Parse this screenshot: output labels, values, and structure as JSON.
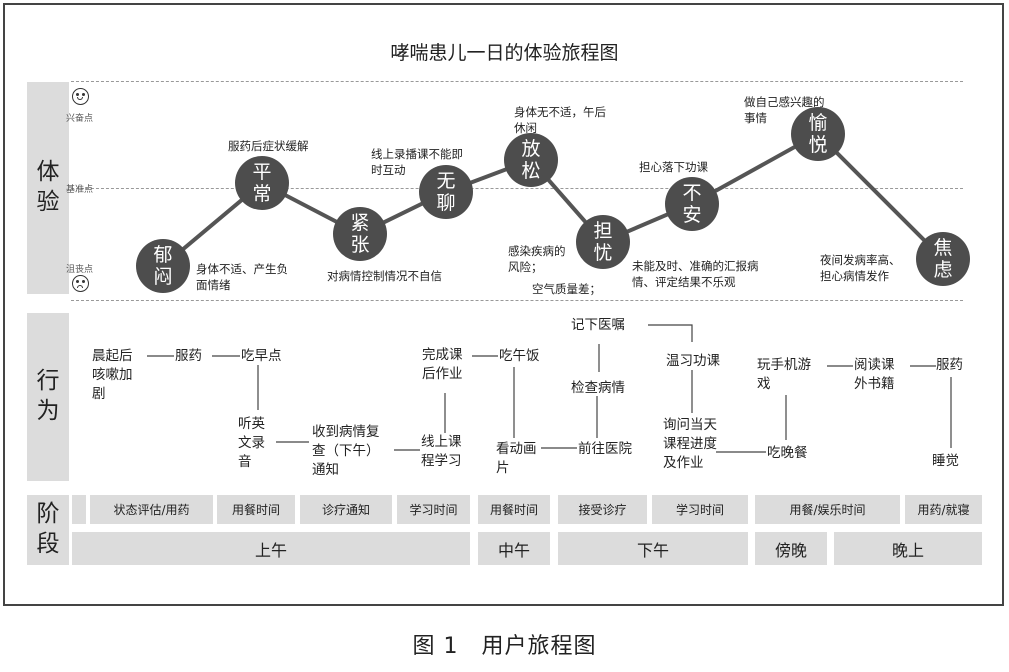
{
  "title": "哮喘患儿一日的体验旅程图",
  "caption": "图 1　用户旅程图",
  "row_labels": {
    "experience": "体\n验",
    "behavior": "行\n为",
    "stage": "阶\n段"
  },
  "levels": {
    "high": "兴奋点",
    "base": "基准点",
    "low": "沮丧点"
  },
  "emotions": [
    {
      "label": "郁闷",
      "note": "身体不适、产生负\n面情绪"
    },
    {
      "label": "平常",
      "note": "服药后症状缓解"
    },
    {
      "label": "紧张",
      "note": "对病情控制情况不自信"
    },
    {
      "label": "无聊",
      "note": "线上录播课不能即\n时互动"
    },
    {
      "label": "放松",
      "note": "身体无不适，午后\n休闲"
    },
    {
      "label": "担忧",
      "note": "感染疾病的\n风险；",
      "note2": "空气质量差；"
    },
    {
      "label": "不安",
      "note": "担心落下功课",
      "note2": "未能及时、准确的汇报病\n情、评定结果不乐观"
    },
    {
      "label": "愉悦",
      "note": "做自己感兴趣的\n事情"
    },
    {
      "label": "焦虑",
      "note": "夜间发病率高、\n担心病情发作"
    }
  ],
  "behaviors": {
    "b1": "晨起后\n咳嗽加\n剧",
    "b2": "服药",
    "b3": "吃早点",
    "b4": "听英\n文录\n音",
    "b5": "收到病情复\n查（下午）\n通知",
    "b6": "线上课\n程学习",
    "b7": "完成课\n后作业",
    "b8": "吃午饭",
    "b9": "看动画\n片",
    "b10": "记下医嘱",
    "b11": "检查病情",
    "b12": "前往医院",
    "b13": "温习功课",
    "b14": "询问当天\n课程进度\n及作业",
    "b15": "玩手机游\n戏",
    "b16": "吃晚餐",
    "b17": "阅读课\n外书籍",
    "b18": "服药",
    "b19": "睡觉"
  },
  "sub_stages": [
    "状态评估/用药",
    "用餐时间",
    "诊疗通知",
    "学习时间",
    "用餐时间",
    "接受诊疗",
    "学习时间",
    "用餐/娱乐时间",
    "用药/就寝"
  ],
  "periods": [
    "上午",
    "中午",
    "下午",
    "傍晚",
    "晚上"
  ]
}
